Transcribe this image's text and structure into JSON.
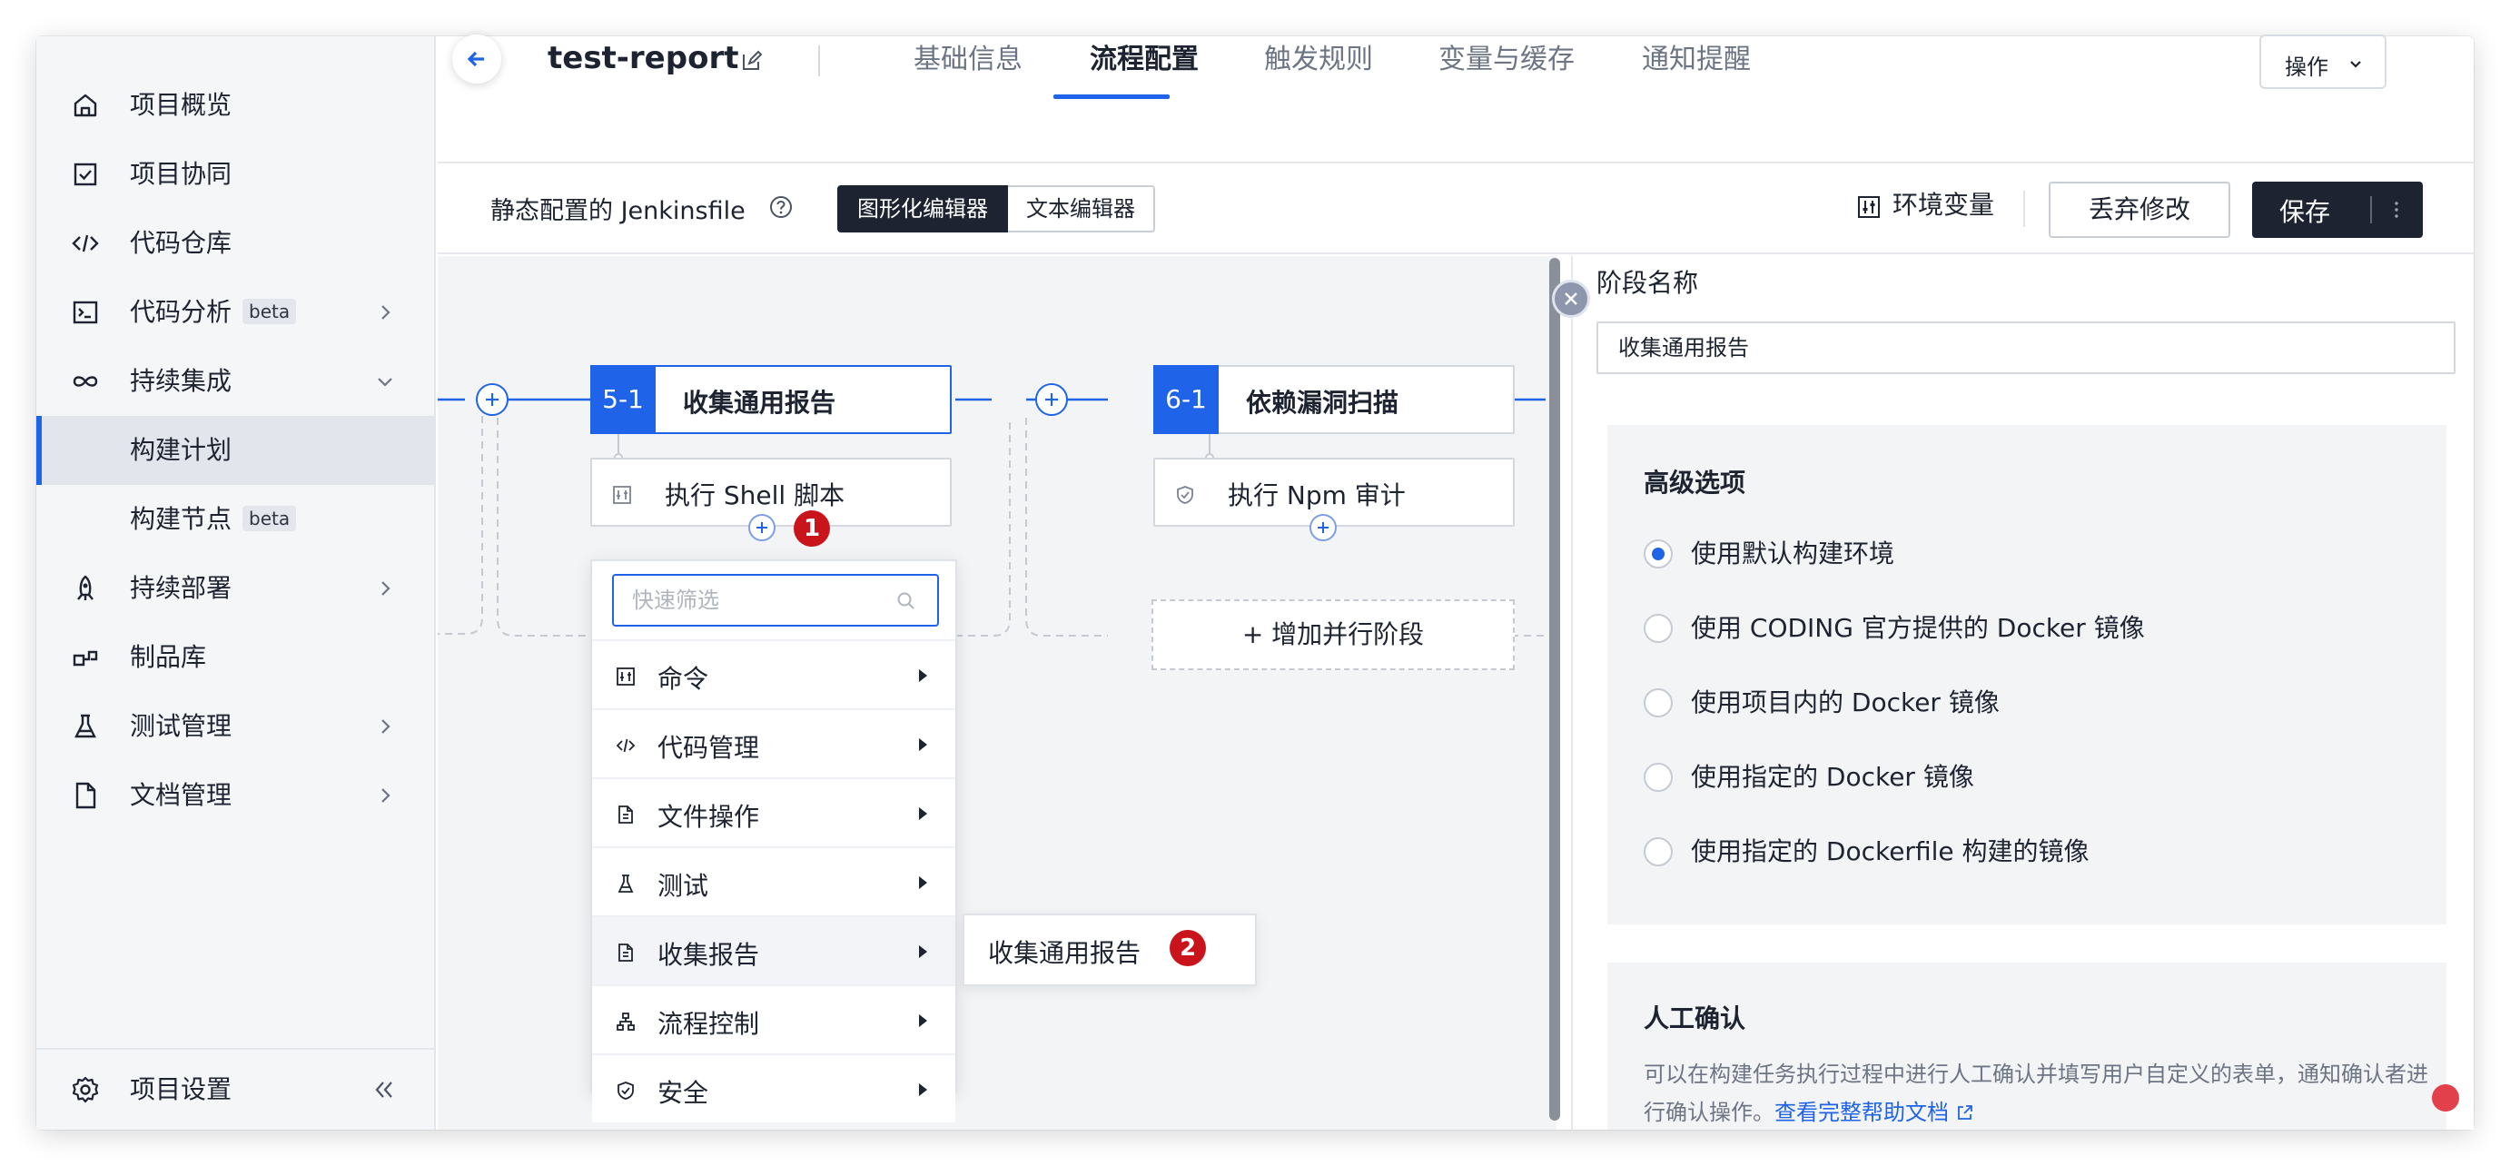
{
  "sidebar": {
    "items": [
      {
        "label": "项目概览",
        "icon": "home-icon"
      },
      {
        "label": "项目协同",
        "icon": "checkbox-icon"
      },
      {
        "label": "代码仓库",
        "icon": "code-icon"
      },
      {
        "label": "代码分析",
        "icon": "terminal-icon",
        "badge": "beta"
      },
      {
        "label": "持续集成",
        "icon": "infinity-icon"
      },
      {
        "label": "构建计划"
      },
      {
        "label": "构建节点",
        "badge": "beta"
      },
      {
        "label": "持续部署",
        "icon": "rocket-icon"
      },
      {
        "label": "制品库",
        "icon": "package-icon"
      },
      {
        "label": "测试管理",
        "icon": "flask-icon"
      },
      {
        "label": "文档管理",
        "icon": "document-icon"
      }
    ],
    "footer_label": "项目设置"
  },
  "header": {
    "title": "test-report",
    "tabs": [
      {
        "label": "基础信息"
      },
      {
        "label": "流程配置",
        "active": true
      },
      {
        "label": "触发规则"
      },
      {
        "label": "变量与缓存"
      },
      {
        "label": "通知提醒"
      }
    ],
    "ops_label": "操作"
  },
  "toolbar": {
    "jenkinsfile_label": "静态配置的 Jenkinsfile",
    "graphic_editor": "图形化编辑器",
    "text_editor": "文本编辑器",
    "env_vars": "环境变量",
    "discard": "丢弃修改",
    "save": "保存"
  },
  "pipeline": {
    "stages": [
      {
        "num": "5-1",
        "name": "收集通用报告",
        "step": "执行 Shell 脚本"
      },
      {
        "num": "6-1",
        "name": "依赖漏洞扫描",
        "step": "执行 Npm 审计"
      }
    ],
    "add_parallel": "+ 增加并行阶段",
    "badges": [
      "1",
      "2"
    ]
  },
  "dropdown": {
    "placeholder": "快速筛选",
    "items": [
      {
        "label": "命令"
      },
      {
        "label": "代码管理"
      },
      {
        "label": "文件操作"
      },
      {
        "label": "测试"
      },
      {
        "label": "收集报告"
      },
      {
        "label": "流程控制"
      },
      {
        "label": "安全"
      }
    ],
    "submenu_item": "收集通用报告"
  },
  "panel": {
    "stage_name_label": "阶段名称",
    "stage_name_value": "收集通用报告",
    "advanced_title": "高级选项",
    "options": [
      {
        "label": "使用默认构建环境",
        "selected": true
      },
      {
        "label": "使用 CODING 官方提供的 Docker 镜像"
      },
      {
        "label": "使用项目内的 Docker 镜像"
      },
      {
        "label": "使用指定的 Docker 镜像"
      },
      {
        "label": "使用指定的 Dockerfile 构建的镜像"
      }
    ],
    "manual_title": "人工确认",
    "manual_desc": "可以在构建任务执行过程中进行人工确认并填写用户自定义的表单，通知确认者进行确认操作。",
    "manual_link": "查看完整帮助文档"
  },
  "colors": {
    "accent": "#1e63e8",
    "dark": "#1d2330",
    "badge": "#c9141c"
  }
}
